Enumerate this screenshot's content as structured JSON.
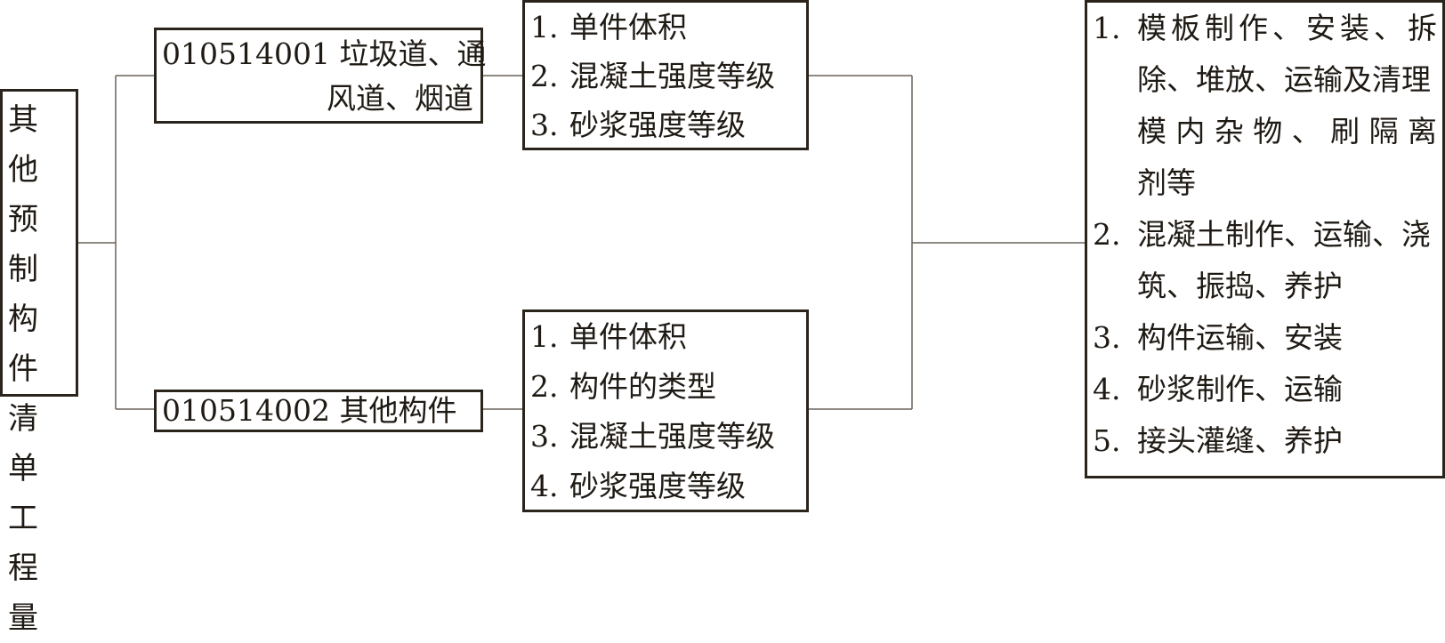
{
  "root": {
    "lines": [
      "其他",
      "预制",
      "构件",
      "清单",
      "工程",
      "量"
    ]
  },
  "items": [
    {
      "lines": [
        "010514001 垃圾道、通",
        "风道、烟道"
      ]
    },
    {
      "lines": [
        "010514002 其他构件"
      ]
    }
  ],
  "features": [
    {
      "rows": [
        {
          "num": "1.",
          "text": "单件体积"
        },
        {
          "num": "2.",
          "text": "混凝土强度等级"
        },
        {
          "num": "3.",
          "text": "砂浆强度等级"
        }
      ]
    },
    {
      "rows": [
        {
          "num": "1.",
          "text": "单件体积"
        },
        {
          "num": "2.",
          "text": "构件的类型"
        },
        {
          "num": "3.",
          "text": "混凝土强度等级"
        },
        {
          "num": "4.",
          "text": "砂浆强度等级"
        }
      ]
    }
  ],
  "work": {
    "rows": [
      {
        "num": "1.",
        "lines": [
          "模板制作、安装、拆",
          "除、堆放、运输及清理",
          "模内杂物、刷隔离",
          "剂等"
        ]
      },
      {
        "num": "2.",
        "lines": [
          "混凝土制作、运输、浇",
          "筑、振捣、养护"
        ]
      },
      {
        "num": "3.",
        "lines": [
          "构件运输、安装"
        ]
      },
      {
        "num": "4.",
        "lines": [
          "砂浆制作、运输"
        ]
      },
      {
        "num": "5.",
        "lines": [
          "接头灌缝、养护"
        ]
      }
    ]
  }
}
